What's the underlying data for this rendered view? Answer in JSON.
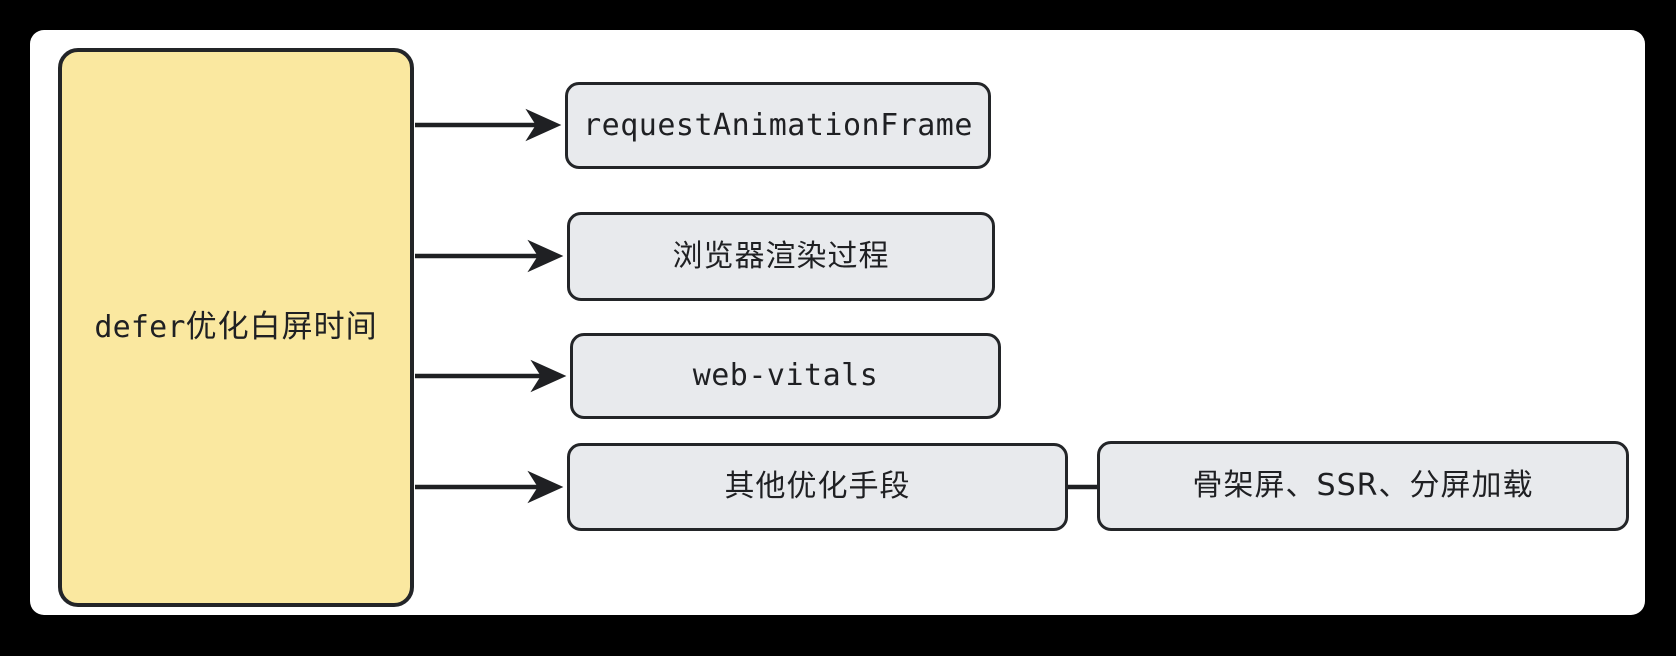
{
  "diagram": {
    "type": "flowchart",
    "direction": "left-to-right",
    "background_color": "#000000",
    "canvas_color": "#ffffff",
    "root": {
      "id": "root",
      "label": "defer优化白屏时间",
      "label_mono_part": "defer",
      "label_cjk_part": "优化白屏时间",
      "fill": "#fae8a0",
      "stroke": "#232528"
    },
    "nodes": [
      {
        "id": "n1",
        "label": "requestAnimationFrame",
        "script": "mono",
        "fill": "#e8eaed",
        "stroke": "#232528"
      },
      {
        "id": "n2",
        "label": "浏览器渲染过程",
        "script": "cjk",
        "fill": "#e8eaed",
        "stroke": "#232528"
      },
      {
        "id": "n3",
        "label": "web-vitals",
        "script": "mono",
        "fill": "#e8eaed",
        "stroke": "#232528"
      },
      {
        "id": "n4",
        "label": "其他优化手段",
        "script": "cjk",
        "fill": "#e8eaed",
        "stroke": "#232528"
      },
      {
        "id": "n5",
        "label": "骨架屏、SSR、分屏加载",
        "script": "cjk",
        "fill": "#e8eaed",
        "stroke": "#232528"
      }
    ],
    "edges": [
      {
        "from": "root",
        "to": "n1",
        "style": "arrow"
      },
      {
        "from": "root",
        "to": "n2",
        "style": "arrow"
      },
      {
        "from": "root",
        "to": "n3",
        "style": "arrow"
      },
      {
        "from": "root",
        "to": "n4",
        "style": "arrow"
      },
      {
        "from": "n4",
        "to": "n5",
        "style": "arrow"
      }
    ]
  }
}
